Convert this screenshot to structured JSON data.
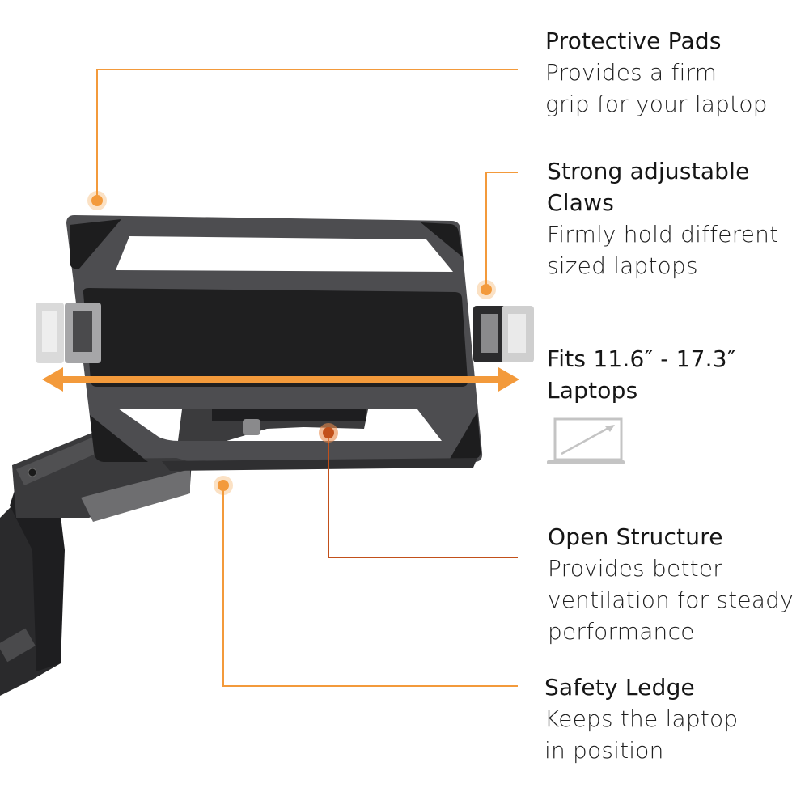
{
  "features": [
    {
      "title": "Protective Pads",
      "desc": [
        "Provides a firm",
        "grip for your laptop"
      ]
    },
    {
      "title": [
        "Strong adjustable",
        "Claws"
      ],
      "desc": [
        "Firmly hold different",
        "sized laptops"
      ]
    },
    {
      "title": [
        "Fits 11.6″ - 17.3″",
        "Laptops"
      ]
    },
    {
      "title": "Open Structure",
      "desc": [
        "Provides better",
        "ventilation for steady",
        "performance"
      ]
    },
    {
      "title": "Safety Ledge",
      "desc": [
        "Keeps the laptop",
        "in position"
      ]
    }
  ],
  "icons": {
    "size_icon": "laptop-diagonal-arrow-icon",
    "width_arrow": "double-headed-arrow-icon"
  },
  "colors": {
    "accent_orange": "#f39a3b",
    "accent_dark_orange": "#c2501a",
    "tray_gray": "#4a4a4c",
    "pad_black": "#1c1c1c",
    "claw_light": "#d8d8d8",
    "icon_gray": "#c4c4c4"
  }
}
